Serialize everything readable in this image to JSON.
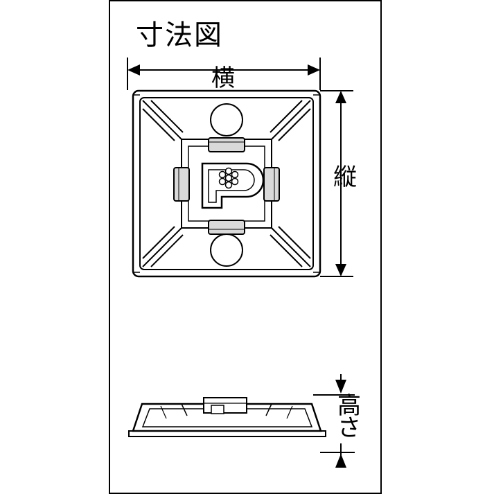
{
  "diagram": {
    "title": "寸法図",
    "labels": {
      "width": "横",
      "height_vertical": "縦",
      "thickness": "高さ"
    },
    "colors": {
      "line": "#000000",
      "background": "#ffffff",
      "shade": "#e8e8e8"
    },
    "views": {
      "top_view": "cable-tie-mount-top-view",
      "side_view": "cable-tie-mount-side-view"
    },
    "tate_chars": [
      "縦"
    ],
    "takasa_chars": [
      "高",
      "さ"
    ]
  }
}
